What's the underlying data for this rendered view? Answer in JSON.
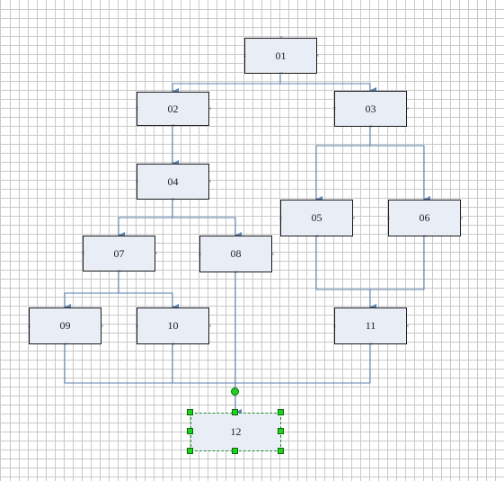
{
  "diagram": {
    "nodes": [
      {
        "id": "n01",
        "label": "01"
      },
      {
        "id": "n02",
        "label": "02"
      },
      {
        "id": "n03",
        "label": "03"
      },
      {
        "id": "n04",
        "label": "04"
      },
      {
        "id": "n05",
        "label": "05"
      },
      {
        "id": "n06",
        "label": "06"
      },
      {
        "id": "n07",
        "label": "07"
      },
      {
        "id": "n08",
        "label": "08"
      },
      {
        "id": "n09",
        "label": "09"
      },
      {
        "id": "n10",
        "label": "10"
      },
      {
        "id": "n11",
        "label": "11"
      },
      {
        "id": "n12",
        "label": "12"
      }
    ],
    "edges": [
      [
        "01",
        "02"
      ],
      [
        "01",
        "03"
      ],
      [
        "02",
        "04"
      ],
      [
        "03",
        "05"
      ],
      [
        "03",
        "06"
      ],
      [
        "04",
        "07"
      ],
      [
        "04",
        "08"
      ],
      [
        "05",
        "11"
      ],
      [
        "06",
        "11"
      ],
      [
        "07",
        "09"
      ],
      [
        "07",
        "10"
      ],
      [
        "08",
        "12"
      ],
      [
        "09",
        "12"
      ],
      [
        "10",
        "12"
      ],
      [
        "11",
        "12"
      ]
    ],
    "selected_node": "12",
    "colors": {
      "node_fill": "#e8edf6",
      "node_border": "#1a1a1a",
      "connector": "#5b7fb1",
      "selection": "#1ed21e",
      "grid": "#c9c9c9"
    }
  }
}
